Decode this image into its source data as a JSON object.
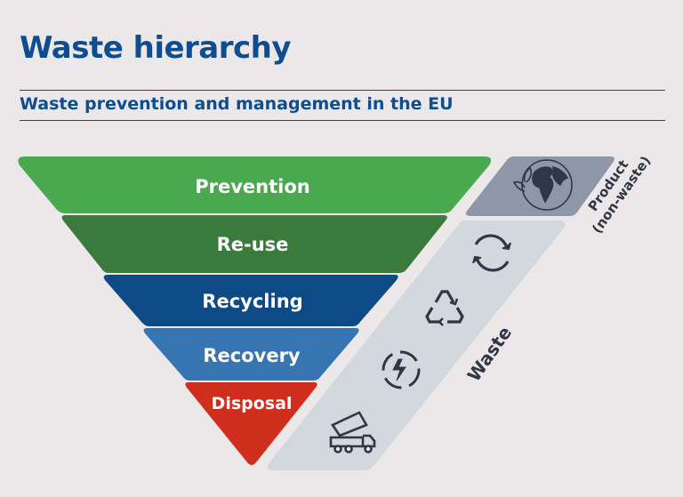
{
  "header": {
    "title": "Waste hierarchy",
    "subtitle": "Waste prevention and management in the EU"
  },
  "levels": [
    {
      "label": "Prevention",
      "color": "#4aa84e"
    },
    {
      "label": "Re-use",
      "color": "#3a7a3c"
    },
    {
      "label": "Recycling",
      "color": "#0d4a86"
    },
    {
      "label": "Recovery",
      "color": "#3775b2"
    },
    {
      "label": "Disposal",
      "color": "#cf2e1e"
    }
  ],
  "side": {
    "product_line1": "Product",
    "product_line2": "(non-waste)",
    "waste": "Waste"
  },
  "icons": [
    "globe-leaf-icon",
    "cycle-arrows-icon",
    "recycle-icon",
    "energy-recovery-icon",
    "dump-truck-icon"
  ]
}
